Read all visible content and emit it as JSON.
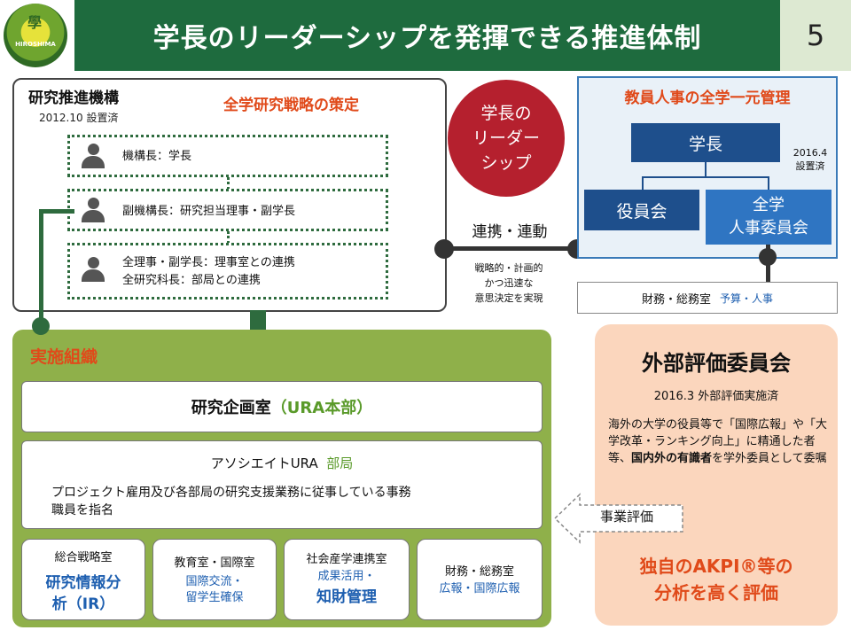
{
  "header": {
    "title": "学長のリーダーシップを発揮できる推進体制",
    "page_number": "5",
    "logo_text": "HIROSHIMA",
    "logo_mark": "學"
  },
  "research_org": {
    "title": "研究推進機構",
    "date": "2012.10 設置済",
    "strategy": "全学研究戦略の策定",
    "roles": [
      {
        "lines": [
          "機構長：学長"
        ]
      },
      {
        "lines": [
          "副機構長：研究担当理事・副学長"
        ]
      },
      {
        "lines": [
          "全理事・副学長：理事室との連携",
          "全研究科長：部局との連携"
        ]
      }
    ]
  },
  "leadership": {
    "lines": [
      "学長の",
      "リーダー",
      "シップ"
    ],
    "coop": "連携・連動",
    "decision": [
      "戦略的・計画的",
      "かつ迅速な",
      "意思決定を実現"
    ]
  },
  "hr": {
    "title": "教員人事の全学一元管理",
    "president": "学長",
    "date": [
      "2016.4",
      "設置済"
    ],
    "board": "役員会",
    "committee": [
      "全学",
      "人事委員会"
    ],
    "finance": "財務・総務室",
    "finance_sub": "予算・人事"
  },
  "implementation": {
    "title": "実施組織",
    "ura_hq": "研究企画室",
    "ura_hq_sub": "（URA本部）",
    "ura_dept_title": "アソシエイトURA",
    "ura_dept_sub": "部局",
    "ura_dept_desc": [
      "プロジェクト雇用及び各部局の研究支援業務に従事している事務",
      "職員を指名"
    ],
    "offices": [
      {
        "title": "総合戦略室",
        "lines": [
          "研究情報分",
          "析（IR）"
        ],
        "style": "big"
      },
      {
        "title": "教育室・国際室",
        "lines": [
          "国際交流・",
          "留学生確保"
        ],
        "style": "small"
      },
      {
        "title": "社会産学連携室",
        "lines": [
          "成果活用・"
        ],
        "big": "知財管理",
        "style": "mixed"
      },
      {
        "title": "財務・総務室",
        "lines": [
          "広報・国際広報"
        ],
        "style": "small"
      }
    ]
  },
  "external": {
    "title": "外部評価委員会",
    "date": "2016.3 外部評価実施済",
    "desc_pre": "海外の大学の役員等で「国際広報」や「大学改革・ランキング向上」に精通した者等、",
    "desc_bold": "国内外の有識者",
    "desc_post": "を学外委員として委嘱",
    "kpi": [
      "独自のAKPI®等の",
      "分析を高く評価"
    ],
    "eval": "事業評価"
  },
  "colors": {
    "header_green": "#1e6b3e",
    "accent_red": "#b5202e",
    "orange_text": "#e04a1a",
    "navy": "#1e4f8c",
    "impl_green": "#8fb04a",
    "peach": "#fbd6bd"
  }
}
